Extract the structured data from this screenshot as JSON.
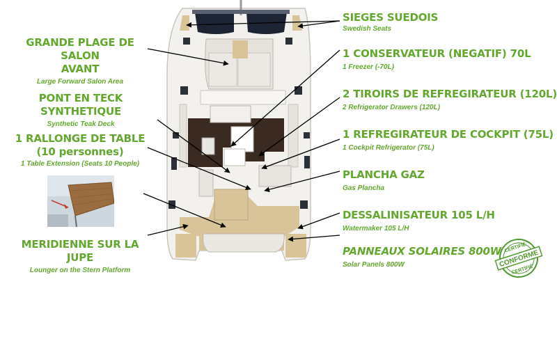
{
  "labels_left": [
    {
      "main": "GRANDE PLAGE DE SALON\nAVANT",
      "sub": "Large Forward Salon Area"
    },
    {
      "main": "PONT EN TECK SYNTHETIQUE",
      "sub": "Synthetic Teak Deck"
    },
    {
      "main": "1 RALLONGE DE TABLE\n(10 personnes)",
      "sub": "1 Table Extension (Seats 10 People)"
    },
    {
      "main": "MERIDIENNE SUR LA JUPE",
      "sub": "Lounger on the Stern Platform"
    }
  ],
  "labels_right": [
    {
      "main": "SIEGES SUEDOIS",
      "sub": "Swedish Seats"
    },
    {
      "main": "1 CONSERVATEUR (NEGATIF) 70L",
      "sub": "1 Freezer (-70L)"
    },
    {
      "main": "2 TIROIRS DE REFREGIRATEUR (120L)",
      "sub": "2 Refrigerator Drawers (120L)"
    },
    {
      "main": "1 REFREGIRATEUR DE COCKPIT (75L)",
      "sub": "1 Cockpit Refrigerator (75L)"
    },
    {
      "main": "PLANCHA GAZ",
      "sub": "Gas Plancha"
    },
    {
      "main": "DESSALINISATEUR 105 L/H",
      "sub": "Watermaker 105 L/H"
    },
    {
      "main": "PANNEAUX SOLAIRES 800W",
      "sub": "Solar Panels 800W"
    }
  ],
  "stamp": {
    "top": "CERTIFIÉ",
    "middle": "CONFORME",
    "bottom": "CERTIFIÉ"
  },
  "colors": {
    "accent": "#62a82e",
    "teak": "#d9c49a",
    "wood": "#3a2a22",
    "hull": "#f3f1ed"
  }
}
